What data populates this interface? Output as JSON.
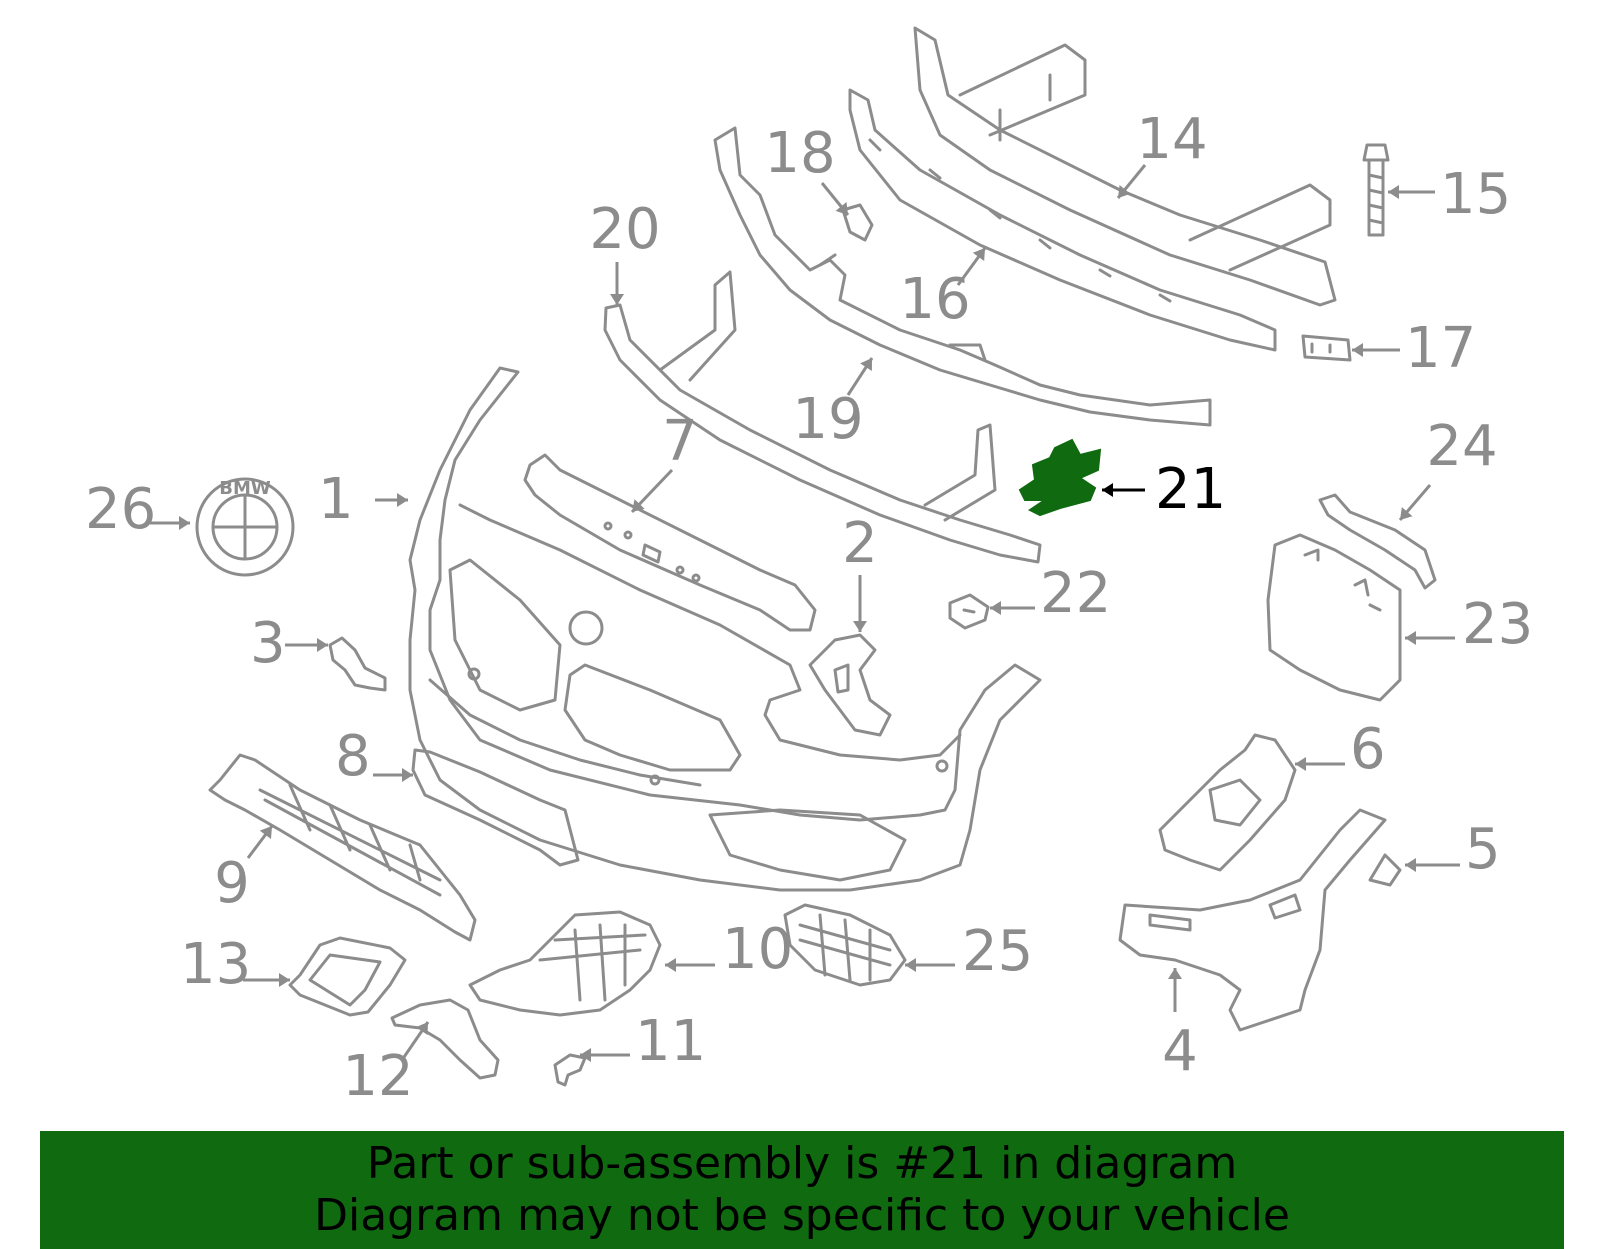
{
  "diagram": {
    "callouts": [
      {
        "id": "1",
        "label": "1"
      },
      {
        "id": "2",
        "label": "2"
      },
      {
        "id": "3",
        "label": "3"
      },
      {
        "id": "4",
        "label": "4"
      },
      {
        "id": "5",
        "label": "5"
      },
      {
        "id": "6",
        "label": "6"
      },
      {
        "id": "7",
        "label": "7"
      },
      {
        "id": "8",
        "label": "8"
      },
      {
        "id": "9",
        "label": "9"
      },
      {
        "id": "10",
        "label": "10"
      },
      {
        "id": "11",
        "label": "11"
      },
      {
        "id": "12",
        "label": "12"
      },
      {
        "id": "13",
        "label": "13"
      },
      {
        "id": "14",
        "label": "14"
      },
      {
        "id": "15",
        "label": "15"
      },
      {
        "id": "16",
        "label": "16"
      },
      {
        "id": "17",
        "label": "17"
      },
      {
        "id": "18",
        "label": "18"
      },
      {
        "id": "19",
        "label": "19"
      },
      {
        "id": "20",
        "label": "20"
      },
      {
        "id": "21",
        "label": "21",
        "highlighted": true
      },
      {
        "id": "22",
        "label": "22"
      },
      {
        "id": "23",
        "label": "23"
      },
      {
        "id": "24",
        "label": "24"
      },
      {
        "id": "25",
        "label": "25"
      },
      {
        "id": "26",
        "label": "26"
      }
    ],
    "logo_text": "BMW",
    "highlight_color": "#0f6a10",
    "line_color": "#8c8c8c"
  },
  "banner": {
    "line1": "Part or sub-assembly is #21 in diagram",
    "line2": "Diagram may not be specific to your vehicle"
  }
}
